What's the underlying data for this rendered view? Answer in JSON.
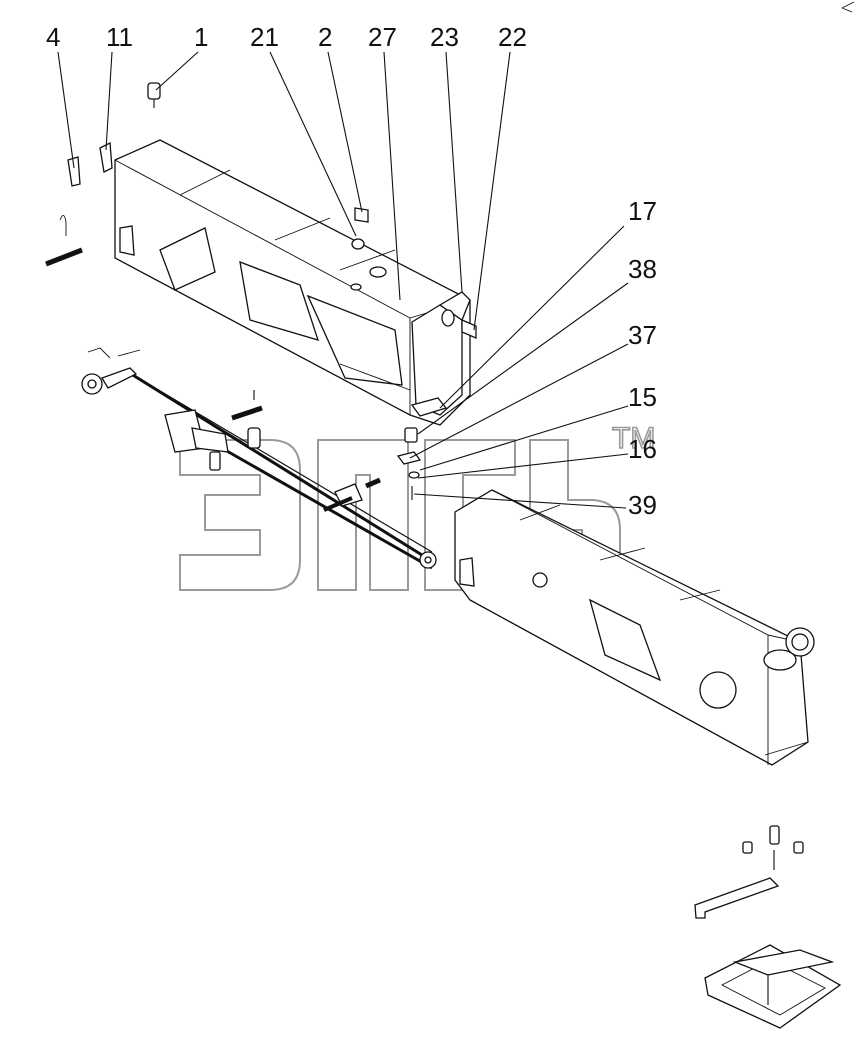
{
  "watermark": {
    "trademark": "TM"
  },
  "callouts": [
    {
      "id": "c4",
      "label": "4"
    },
    {
      "id": "c11",
      "label": "11"
    },
    {
      "id": "c1",
      "label": "1"
    },
    {
      "id": "c21",
      "label": "21"
    },
    {
      "id": "c2",
      "label": "2"
    },
    {
      "id": "c27",
      "label": "27"
    },
    {
      "id": "c23",
      "label": "23"
    },
    {
      "id": "c22",
      "label": "22"
    },
    {
      "id": "c17",
      "label": "17"
    },
    {
      "id": "c38",
      "label": "38"
    },
    {
      "id": "c37",
      "label": "37"
    },
    {
      "id": "c15",
      "label": "15"
    },
    {
      "id": "c16",
      "label": "16"
    },
    {
      "id": "c39",
      "label": "39"
    }
  ]
}
